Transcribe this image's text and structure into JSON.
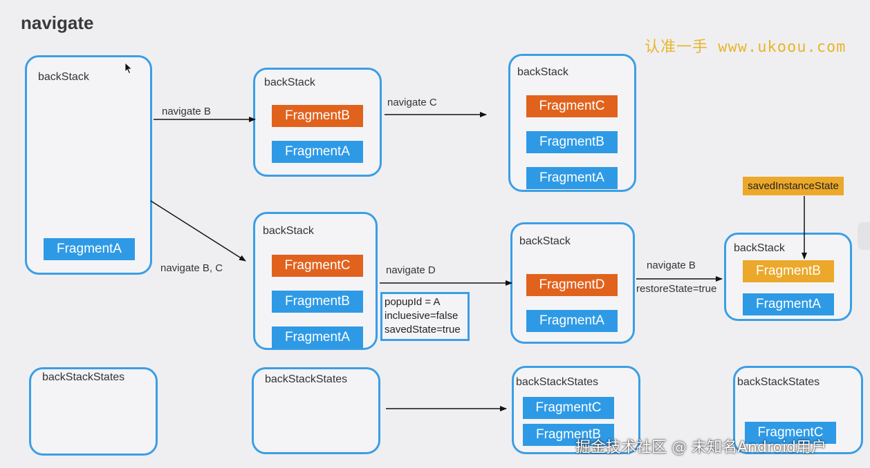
{
  "title": "navigate",
  "watermark": "认准一手 www.ukoou.com",
  "footer_watermark": "掘金技术社区 @ 未知名Android用户",
  "labels": {
    "back_stack": "backStack",
    "back_stack_states": "backStackStates"
  },
  "fragments": {
    "a": "FragmentA",
    "b": "FragmentB",
    "c": "FragmentC",
    "d": "FragmentD"
  },
  "arrows": {
    "navigate_b": "navigate B",
    "navigate_c": "navigate C",
    "navigate_bc": "navigate B, C",
    "navigate_d": "navigate D",
    "navigate_b2": "navigate B",
    "restore_state": "restoreState=true"
  },
  "pop_options": [
    "popupId = A",
    "incluesive=false",
    "savedState=true"
  ],
  "saved_instance_state": "savedInstanceState",
  "colors": {
    "stack_border": "#3a9ee6",
    "fragment_blue": "#2e9ae6",
    "fragment_orange": "#e1621d",
    "fragment_yellow": "#eba82a",
    "watermark": "#e8b52a"
  }
}
